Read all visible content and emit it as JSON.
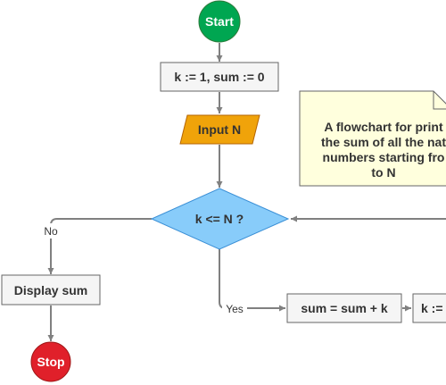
{
  "flowchart": {
    "nodes": {
      "start": {
        "shape": "terminator",
        "label": "Start",
        "fill": "#00a651"
      },
      "init": {
        "shape": "process",
        "label": "k := 1, sum := 0",
        "fill": "#f5f5f5"
      },
      "input": {
        "shape": "io",
        "label": "Input N",
        "fill": "#f0a30a"
      },
      "decision": {
        "shape": "decision",
        "label": "k <= N ?",
        "fill": "#88ccfa"
      },
      "display": {
        "shape": "process",
        "label": "Display sum",
        "fill": "#f5f5f5"
      },
      "stop": {
        "shape": "terminator",
        "label": "Stop",
        "fill": "#e0202a"
      },
      "sum": {
        "shape": "process",
        "label": "sum = sum + k",
        "fill": "#f5f5f5"
      },
      "increment": {
        "shape": "process",
        "label": "k :=",
        "fill": "#f5f5f5"
      }
    },
    "edges": {
      "no_label": "No",
      "yes_label": "Yes"
    },
    "note": {
      "lines": [
        "A flowchart for print",
        "the sum of all the nat",
        "numbers starting fro",
        "to N"
      ],
      "fill": "#ffffdd"
    },
    "colors": {
      "connector": "#808080",
      "stroke": "#666666",
      "text": "#333333",
      "terminator_text": "#ffffff"
    }
  }
}
